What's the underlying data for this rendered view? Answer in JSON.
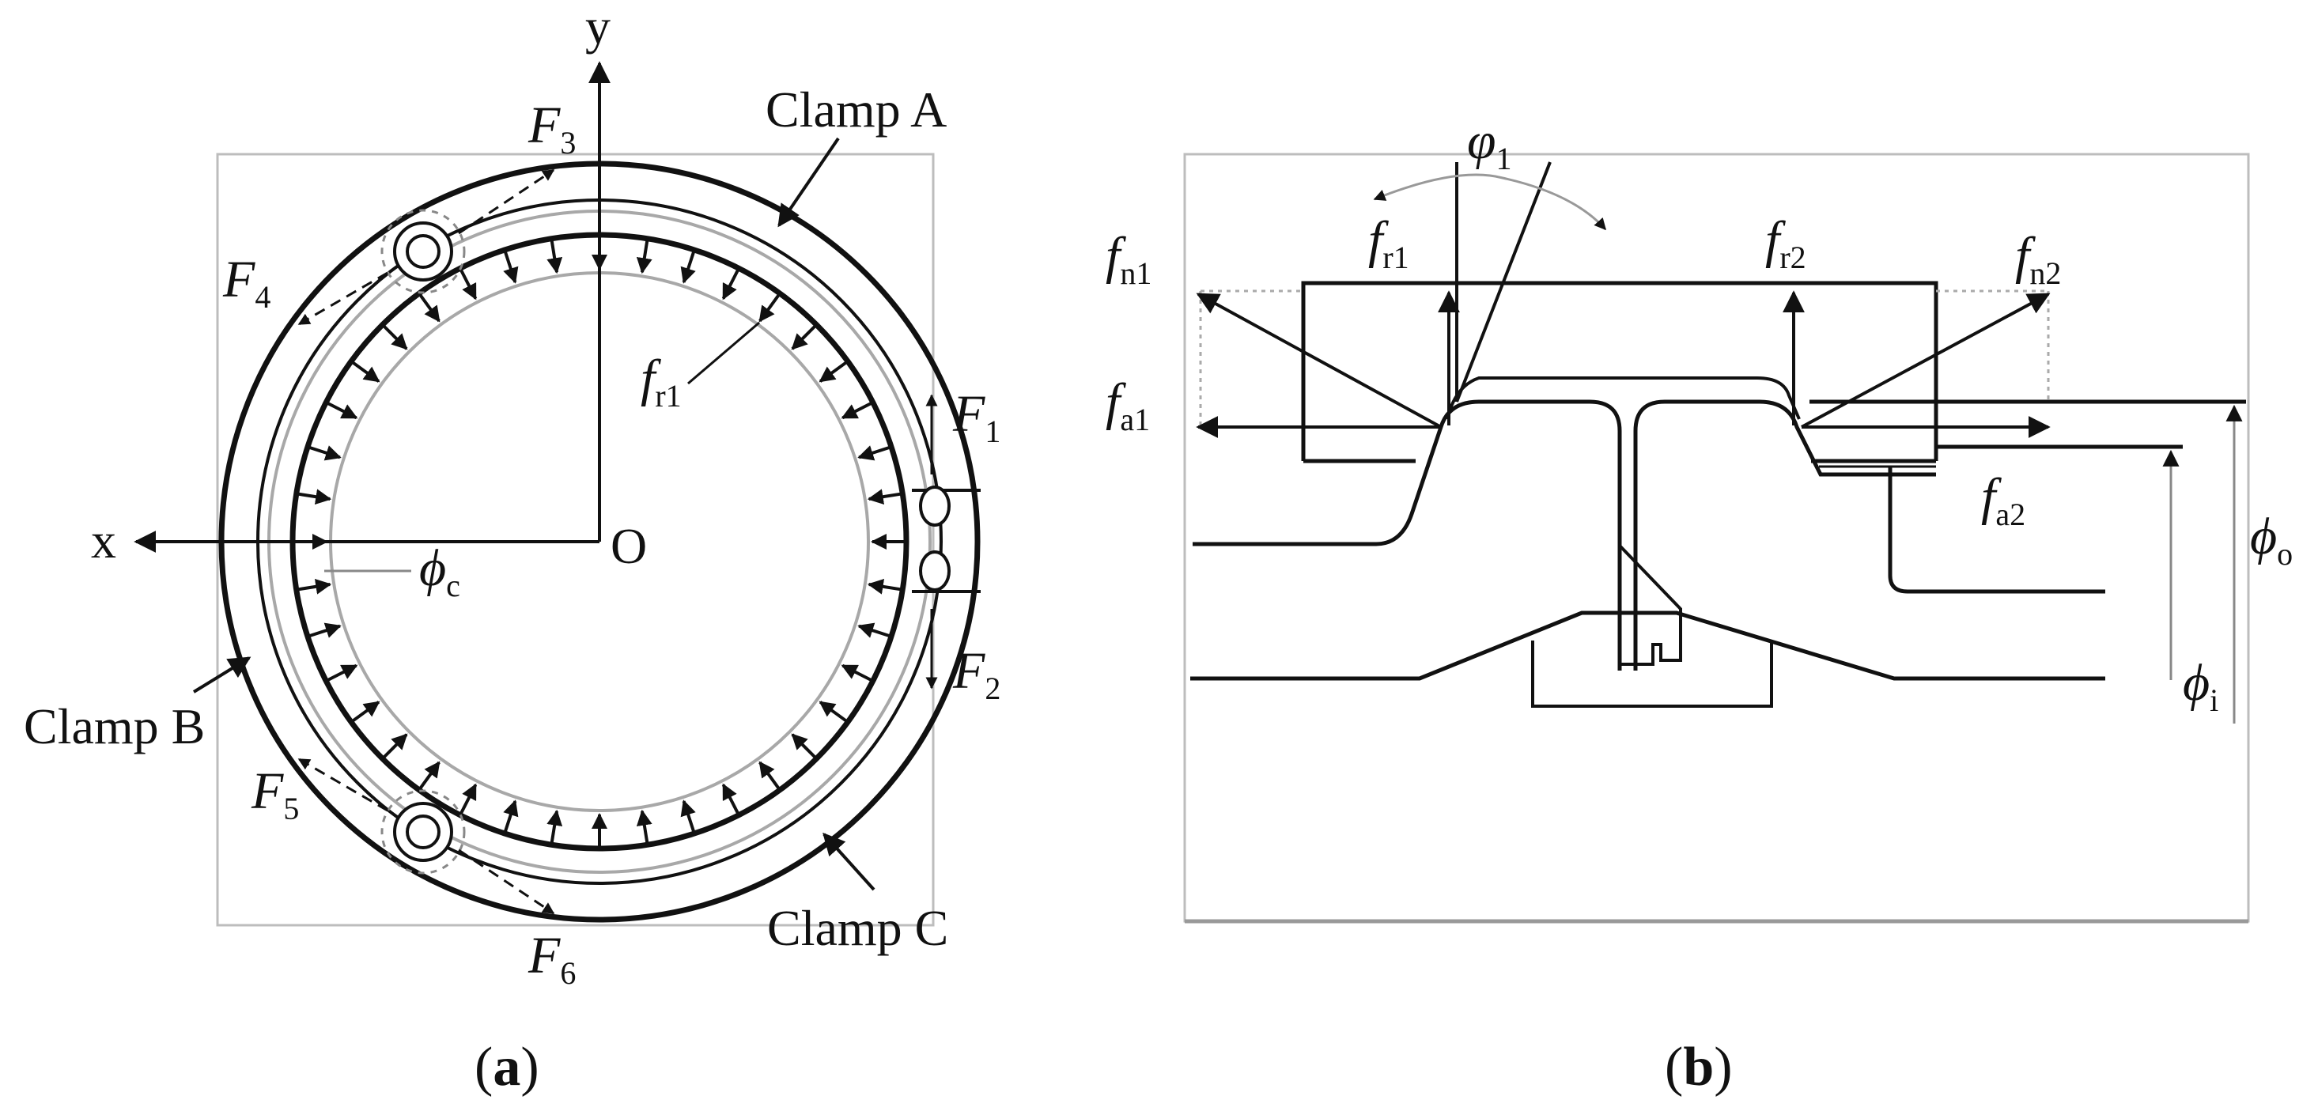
{
  "panel_a": {
    "axis_y": "y",
    "axis_x": "x",
    "origin": "O",
    "clamp_a": "Clamp A",
    "clamp_b": "Clamp B",
    "clamp_c": "Clamp C",
    "diameter_symbol": "ϕ",
    "diameter_subscript": "c",
    "force_symbol": "F",
    "force_subscripts": [
      "1",
      "2",
      "3",
      "4",
      "5",
      "6"
    ],
    "radial_load_symbol": "f",
    "radial_load_subscript": "r1",
    "caption": {
      "open": "(",
      "letter": "a",
      "close": ")"
    }
  },
  "panel_b": {
    "angle_symbol": "φ",
    "angle_subscript": "1",
    "fn1": {
      "symbol": "f",
      "subscript": "n1"
    },
    "fr1": {
      "symbol": "f",
      "subscript": "r1"
    },
    "fa1": {
      "symbol": "f",
      "subscript": "a1"
    },
    "fr2": {
      "symbol": "f",
      "subscript": "r2"
    },
    "fn2": {
      "symbol": "f",
      "subscript": "n2"
    },
    "fa2": {
      "symbol": "f",
      "subscript": "a2"
    },
    "phi_o": {
      "symbol": "ϕ",
      "subscript": "o"
    },
    "phi_i": {
      "symbol": "ϕ",
      "subscript": "i"
    },
    "caption": {
      "open": "(",
      "letter": "b",
      "close": ")"
    }
  },
  "colors": {
    "ink": "#111111",
    "frame": "#bdbdbd",
    "ring_gray": "#a8a8a8"
  }
}
